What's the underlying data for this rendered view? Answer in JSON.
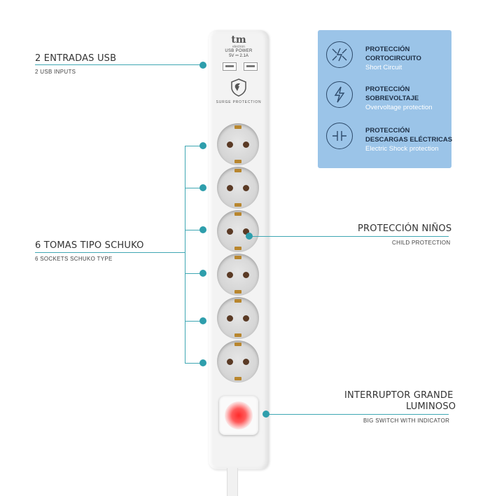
{
  "brand": {
    "logo": "tm",
    "logo_sub": "electron"
  },
  "strip": {
    "usb_title": "USB POWER",
    "usb_spec": "5V ⎓ 2.1A",
    "surge_text": "SURGE PROTECTION"
  },
  "callouts": {
    "usb": {
      "title": "2 ENTRADAS USB",
      "subtitle": "2 USB INPUTS"
    },
    "sockets": {
      "title": "6 TOMAS TIPO SCHUKO",
      "subtitle": "6 SOCKETS SCHUKO TYPE"
    },
    "child": {
      "title": "PROTECCIÓN NIÑOS",
      "subtitle": "CHILD PROTECTION"
    },
    "switch": {
      "title_line1": "INTERRUPTOR GRANDE",
      "title_line2": "LUMINOSO",
      "subtitle": "BIG SWITCH WITH INDICATOR"
    }
  },
  "panel": {
    "features": [
      {
        "icon": "short-circuit-icon",
        "title_line1": "PROTECCIÓN",
        "title_line2": "CORTOCIRCUITO",
        "subtitle": "Short Circuit"
      },
      {
        "icon": "overvoltage-icon",
        "title_line1": "PROTECCIÓN",
        "title_line2": "SOBREVOLTAJE",
        "subtitle": "Overvoltage protection"
      },
      {
        "icon": "electric-shock-icon",
        "title_line1": "PROTECCIÓN",
        "title_line2": "DESCARGAS ELÉCTRICAS",
        "subtitle": "Electric Shock protection"
      }
    ]
  },
  "colors": {
    "accent": "#2e9eac",
    "panel": "#9bc4e8",
    "panel_title": "#1e2f45",
    "led": "#ff2a2a"
  }
}
